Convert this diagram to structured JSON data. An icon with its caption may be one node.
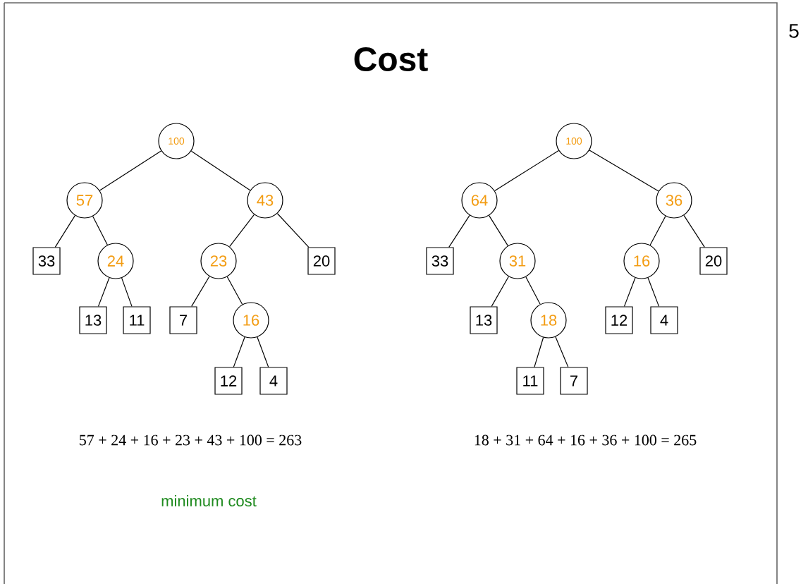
{
  "diagram": {
    "title": "Cost",
    "nodes": [
      {
        "text": [
          "100"
        ]
      },
      {
        "text": [
          "57"
        ]
      },
      {
        "text": [
          "33"
        ]
      },
      {
        "text": [
          "24"
        ]
      },
      {
        "text": [
          "13"
        ]
      },
      {
        "text": [
          "11"
        ]
      },
      {
        "text": [
          "43"
        ]
      },
      {
        "text": [
          "23"
        ]
      },
      {
        "text": [
          "7"
        ]
      },
      {
        "text": [
          "16"
        ]
      },
      {
        "text": [
          "12"
        ]
      },
      {
        "text": [
          "4"
        ]
      },
      {
        "text": [
          "20"
        ]
      },
      {
        "text": [
          "100"
        ]
      },
      {
        "text": [
          "64"
        ]
      },
      {
        "text": [
          "33"
        ]
      },
      {
        "text": [
          "31"
        ]
      },
      {
        "text": [
          "13"
        ]
      },
      {
        "text": [
          "18"
        ]
      },
      {
        "text": [
          "11"
        ]
      },
      {
        "text": [
          "7"
        ]
      },
      {
        "text": [
          "36"
        ]
      },
      {
        "text": [
          "16"
        ]
      },
      {
        "text": [
          "12"
        ]
      },
      {
        "text": [
          "4"
        ]
      },
      {
        "text": [
          "20"
        ]
      }
    ],
    "edges": [
      {
        "from": 0,
        "to": 1,
        "arrow": "none"
      },
      {
        "from": 1,
        "to": 2,
        "arrow": "none"
      },
      {
        "from": 1,
        "to": 3,
        "arrow": "none"
      },
      {
        "from": 3,
        "to": 4,
        "arrow": "none"
      },
      {
        "from": 3,
        "to": 5,
        "arrow": "none"
      },
      {
        "from": 0,
        "to": 6,
        "arrow": "none"
      },
      {
        "from": 6,
        "to": 7,
        "arrow": "none"
      },
      {
        "from": 7,
        "to": 8,
        "arrow": "none"
      },
      {
        "from": 7,
        "to": 9,
        "arrow": "none"
      },
      {
        "from": 9,
        "to": 10,
        "arrow": "none"
      },
      {
        "from": 9,
        "to": 11,
        "arrow": "none"
      },
      {
        "from": 6,
        "to": 12,
        "arrow": "none"
      },
      {
        "from": 13,
        "to": 14,
        "arrow": "none"
      },
      {
        "from": 14,
        "to": 15,
        "arrow": "none"
      },
      {
        "from": 14,
        "to": 16,
        "arrow": "none"
      },
      {
        "from": 16,
        "to": 17,
        "arrow": "none"
      },
      {
        "from": 16,
        "to": 18,
        "arrow": "none"
      },
      {
        "from": 18,
        "to": 19,
        "arrow": "none"
      },
      {
        "from": 18,
        "to": 20,
        "arrow": "none"
      },
      {
        "from": 13,
        "to": 21,
        "arrow": "none"
      },
      {
        "from": 21,
        "to": 22,
        "arrow": "none"
      },
      {
        "from": 22,
        "to": 23,
        "arrow": "none"
      },
      {
        "from": 22,
        "to": 24,
        "arrow": "none"
      },
      {
        "from": 21,
        "to": 25,
        "arrow": "none"
      }
    ],
    "labels": [
      "5",
      "57 + 24 + 16 + 23 + 43 + 100 = 263",
      "18 + 31 + 64 + 16 + 36 + 100 = 265",
      "minimum cost"
    ]
  }
}
